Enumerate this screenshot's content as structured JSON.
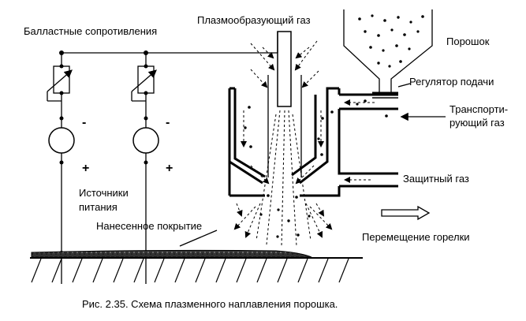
{
  "labels": {
    "ballast": "Балластные сопротивления",
    "plasma_gas": "Плазмообразующий  газ",
    "powder": "Порошок",
    "feed_regulator": "Регулятор подачи",
    "transport_gas_1": "Транспорти-",
    "transport_gas_2": "рующий  газ",
    "shield_gas": "Защитный  газ",
    "power_sources_1": "Источники",
    "power_sources_2": "питания",
    "coating": "Нанесенное покрытие",
    "torch_move": "Перемещение горелки",
    "minus": "-",
    "plus": "+"
  },
  "caption": "Рис. 2.35.  Схема   плазменного наплавления  порошка."
}
